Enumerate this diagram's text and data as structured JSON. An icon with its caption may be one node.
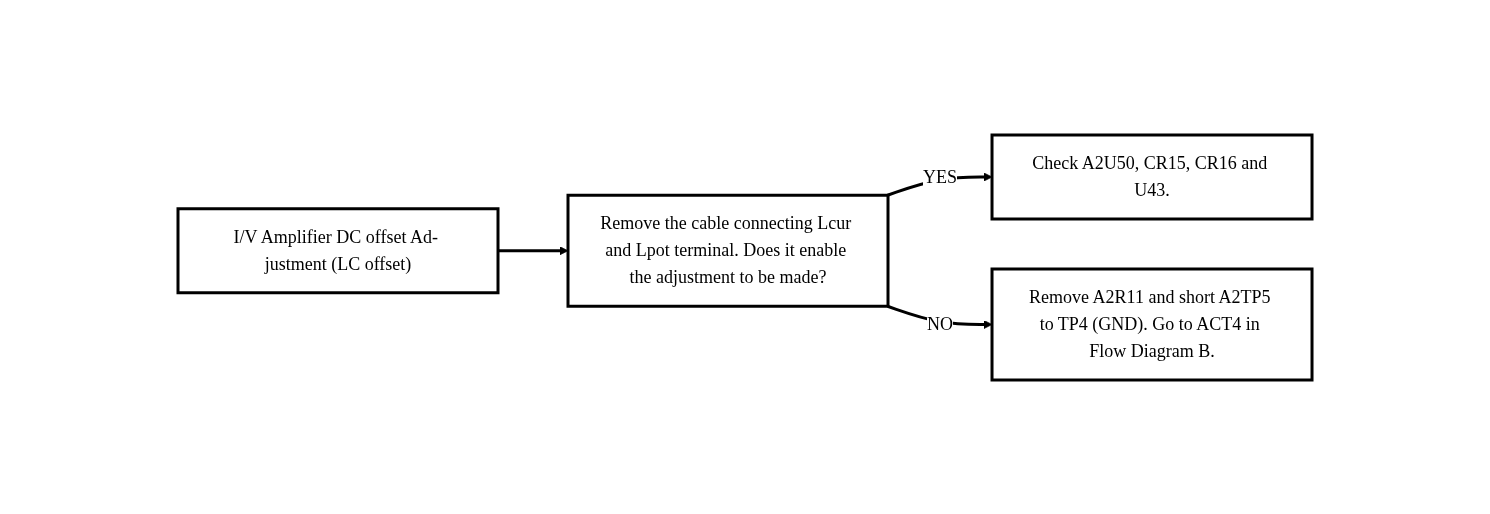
{
  "diagram": {
    "nodes": [
      {
        "text": [
          "I/V Amplifier DC offset Ad- justment (LC offset)"
        ]
      },
      {
        "text": [
          "Remove the cable connecting Lcur and Lpot terminal. Does it enable the adjustment to be made?"
        ]
      },
      {
        "text": [
          "Check A2U50, CR15, CR16 and U43."
        ]
      },
      {
        "text": [
          "Remove A2R11 and short A2TP5 to TP4 (GND). Go to ACT4 in Flow Diagram B."
        ]
      }
    ],
    "edges": [
      {
        "from": 0,
        "to": 1,
        "arrow": "to"
      },
      {
        "from": 1,
        "to": 2,
        "arrow": "to",
        "label": "YES"
      },
      {
        "from": 1,
        "to": 3,
        "arrow": "to",
        "label": "NO"
      }
    ]
  }
}
